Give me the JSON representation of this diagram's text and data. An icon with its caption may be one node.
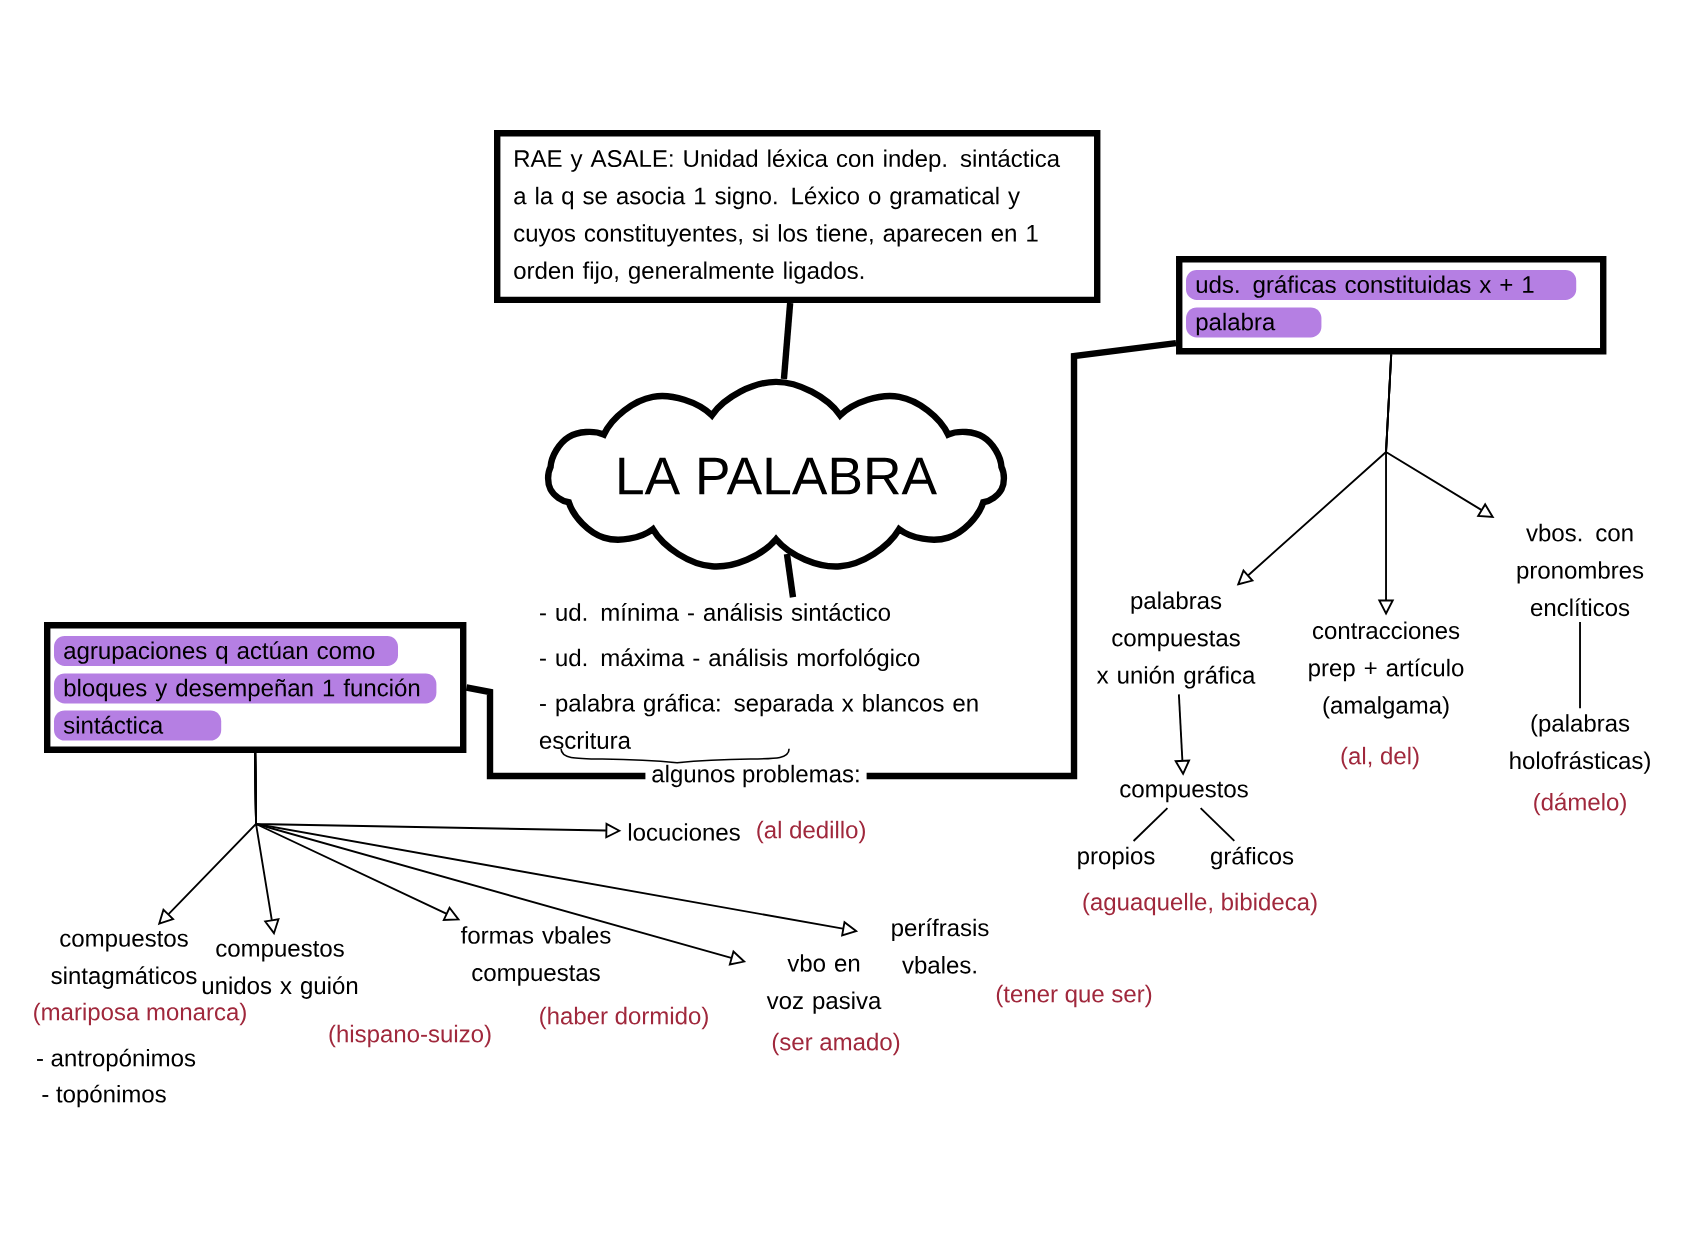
{
  "diagram": {
    "nodes": [
      {
        "text": [
          "RAE y ASALE: Unidad léxica con indep. sintáctica a la q se asocia 1 signo. Léxico o gramatical y cuyos constituyentes, si los tiene, aparecen en 1 orden fijo, generalmente ligados."
        ]
      },
      {
        "text": [
          "LA PALABRA"
        ]
      },
      {
        "text": [
          "- ud. mínima - análisis sintáctico",
          "- ud. máxima - análisis morfológico",
          "- palabra gráfica: separada x blancos en escritura"
        ]
      },
      {
        "text": [
          "algunos problemas:"
        ]
      },
      {
        "text": [
          "uds. gráficas constituidas x + 1 palabra"
        ]
      },
      {
        "text": [
          "agrupaciones q actúan como bloques y desempeñan 1 función sintáctica"
        ]
      },
      {
        "text": [
          "palabras compuestas x unión gráfica"
        ]
      },
      {
        "text": [
          "contracciones prep + artículo (amalgama)"
        ],
        "beside": [
          "(al, del)"
        ]
      },
      {
        "text": [
          "vbos. con pronombres enclíticos"
        ]
      },
      {
        "text": [
          "(palabras holofrásticas)"
        ],
        "beside": [
          "(dámelo)"
        ]
      },
      {
        "text": [
          "compuestos"
        ]
      },
      {
        "text": [
          "propios"
        ]
      },
      {
        "text": [
          "gráficos"
        ]
      },
      {
        "text": [
          "locuciones"
        ],
        "beside": [
          "(al dedillo)"
        ]
      },
      {
        "text": [
          "compuestos sintagmáticos"
        ],
        "beside": [
          "(mariposa monarca)"
        ]
      },
      {
        "text": [
          "compuestos unidos x guión"
        ],
        "beside": [
          "(hispano-suizo)"
        ]
      },
      {
        "text": [
          "formas vbales compuestas"
        ],
        "beside": [
          "(haber dormido)"
        ]
      },
      {
        "text": [
          "vbo en voz pasiva"
        ],
        "beside": [
          "(ser amado)"
        ]
      },
      {
        "text": [
          "perífrasis vbales."
        ],
        "beside": [
          "(tener que ser)"
        ]
      }
    ],
    "edges": [
      {
        "from": 0,
        "to": 1,
        "arrow": "none",
        "style": "thick"
      },
      {
        "from": 1,
        "to": 2,
        "arrow": "none",
        "style": "thick"
      },
      {
        "from": 5,
        "to": 3,
        "arrow": "none",
        "style": "thick"
      },
      {
        "from": 4,
        "to": 3,
        "arrow": "none",
        "style": "thick"
      },
      {
        "from": 4,
        "to": 6,
        "arrow": "to"
      },
      {
        "from": 4,
        "to": 7,
        "arrow": "to"
      },
      {
        "from": 4,
        "to": 8,
        "arrow": "to"
      },
      {
        "from": 6,
        "to": 10,
        "arrow": "to"
      },
      {
        "from": 10,
        "to": 11,
        "arrow": "none"
      },
      {
        "from": 10,
        "to": 12,
        "arrow": "none"
      },
      {
        "from": 8,
        "to": 9,
        "arrow": "none"
      },
      {
        "from": 5,
        "to": 13,
        "arrow": "to"
      },
      {
        "from": 5,
        "to": 14,
        "arrow": "to"
      },
      {
        "from": 5,
        "to": 15,
        "arrow": "to"
      },
      {
        "from": 5,
        "to": 16,
        "arrow": "to"
      },
      {
        "from": 5,
        "to": 17,
        "arrow": "to"
      },
      {
        "from": 5,
        "to": 18,
        "arrow": "to"
      }
    ],
    "labels": [
      "(aguaquelle, bibideca)",
      "- antropónimos",
      "- topónimos"
    ]
  }
}
